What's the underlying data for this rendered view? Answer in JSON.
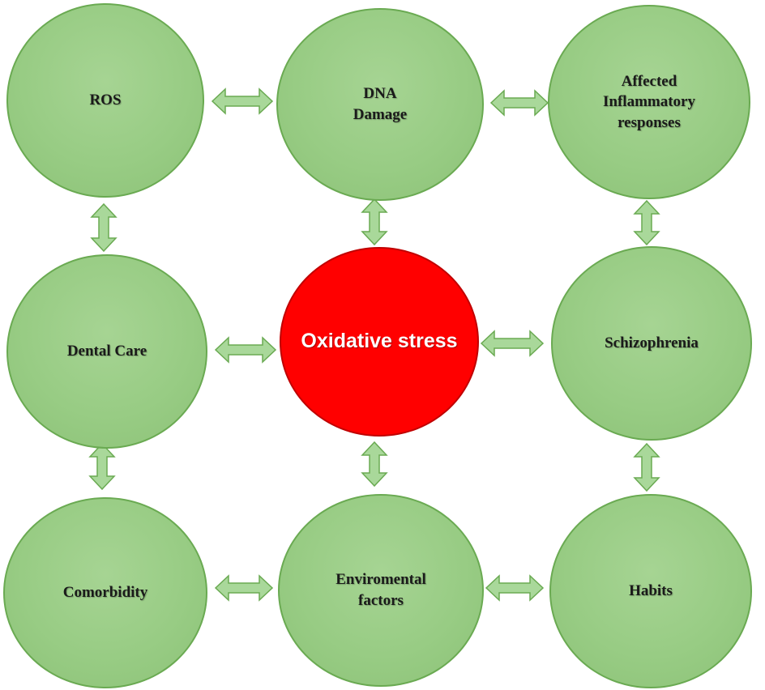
{
  "diagram": {
    "center": {
      "label": "Oxidative stress"
    },
    "nodes": [
      {
        "id": "ros",
        "label": "ROS"
      },
      {
        "id": "dna-damage",
        "label": "DNA\nDamage"
      },
      {
        "id": "affected-inflammatory-responses",
        "label": "Affected\nInflammatory\nresponses"
      },
      {
        "id": "dental-care",
        "label": "Dental Care"
      },
      {
        "id": "schizophrenia",
        "label": "Schizophrenia"
      },
      {
        "id": "comorbidity",
        "label": "Comorbidity"
      },
      {
        "id": "environmental-factors",
        "label": "Enviromental\nfactors"
      },
      {
        "id": "habits",
        "label": "Habits"
      }
    ],
    "colors": {
      "node_fill": "#98cc84",
      "node_border": "#6aaa52",
      "center_fill": "#ff0000",
      "arrow_fill": "#a9d89a",
      "arrow_stroke": "#6aaa52",
      "label_text": "#1a1a1a",
      "center_text": "#ffffff"
    }
  }
}
